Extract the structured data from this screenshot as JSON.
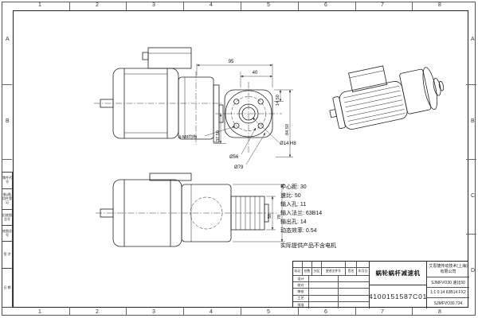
{
  "sheet": {
    "cols": [
      "1",
      "2",
      "3",
      "4",
      "5",
      "6",
      "7",
      "8"
    ],
    "rows_left": [
      "A",
      "B"
    ],
    "rows_right": [
      "A",
      "B",
      "C",
      "D"
    ]
  },
  "left_panel": {
    "labels": [
      "零件代号",
      "借(通)用件登记",
      "旧底图总号",
      "底图总号",
      "签 字",
      "日 期"
    ]
  },
  "dims": {
    "d95": "95",
    "d40": "40",
    "d14_5": "14.50",
    "d84_5": "84.50",
    "d37_5": "37.50",
    "bolt_note": "4-M8均布",
    "d56": "Ø56",
    "d79": "Ø79",
    "d14h8": "Ø14 H8",
    "d58": "58",
    "d78": "78"
  },
  "notes": {
    "line1": "中心距: 30",
    "line2": "速比: 50",
    "line3": "输入孔: 11",
    "line4": "输入法兰: 63B14",
    "line5": "输出孔: 14",
    "line6": "动态效率: 0.54",
    "disclaimer": "实际提供产品不含电机"
  },
  "title_block": {
    "product_name": "蜗轮蜗杆减速机",
    "company": "艾思捷传动技术(上海)有限公司",
    "model": "SJMFVO30 速比50",
    "spec": "1:1 0:14 63B14 FX2",
    "drawing_number": "4100151587C01",
    "code": "SJMFVO30.734",
    "header_row": [
      "标记",
      "处数",
      "分区",
      "更改文件号",
      "签名",
      "年月日"
    ],
    "roles": [
      "设计",
      "校对",
      "审核",
      "工艺",
      "批准"
    ]
  }
}
